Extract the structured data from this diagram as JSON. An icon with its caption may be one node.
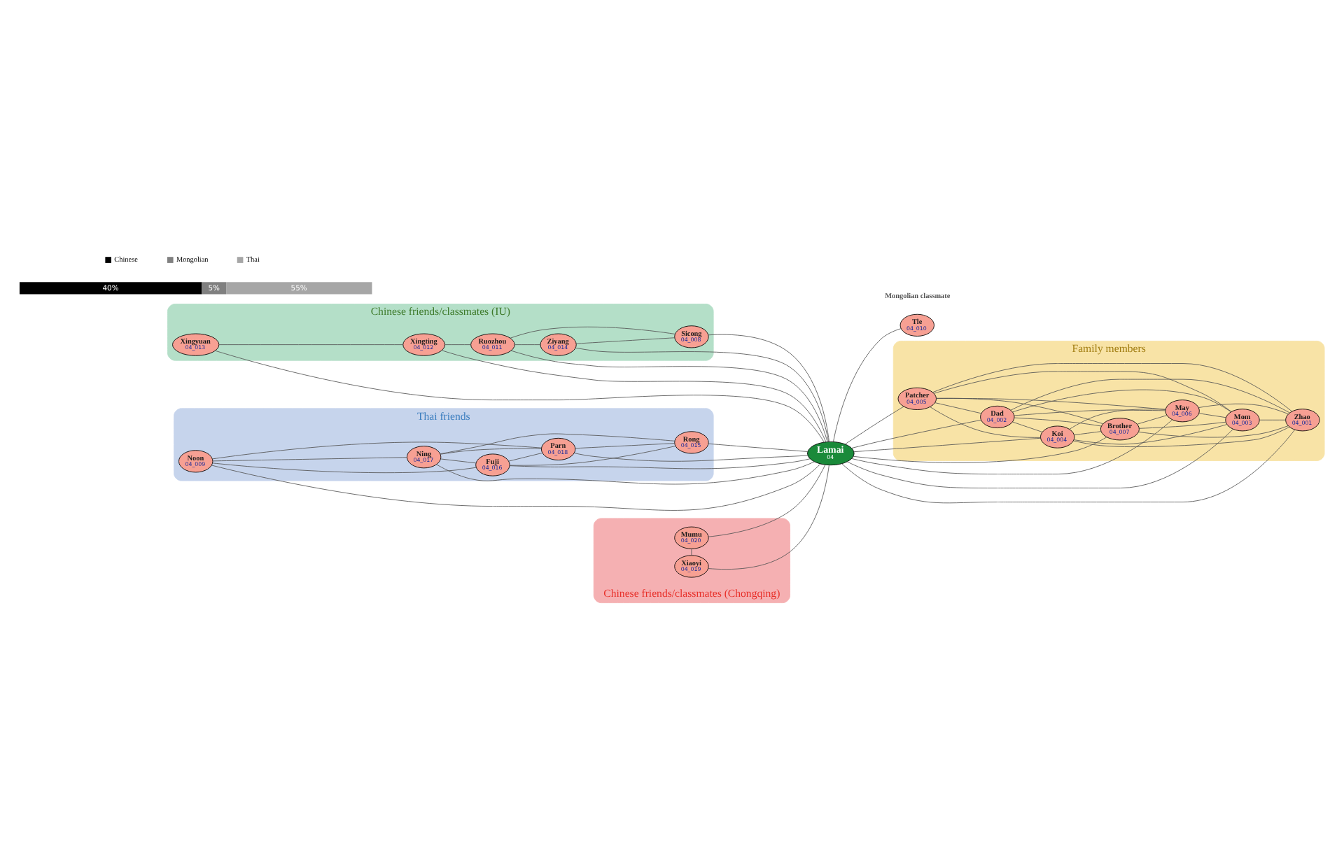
{
  "diagram": {
    "nodes": [
      {
        "text": [
          "Lamai",
          "04"
        ]
      },
      {
        "text": [
          "Chinese friends/classmates (IU)"
        ]
      },
      {
        "text": [
          "Xingyuan",
          "04_013"
        ],
        "in": 1
      },
      {
        "text": [
          "Xingting",
          "04_012"
        ],
        "in": 1
      },
      {
        "text": [
          "Ziyang",
          "04_014"
        ],
        "in": 1
      },
      {
        "text": [
          "Ruozhou",
          "04_011"
        ],
        "in": 1
      },
      {
        "text": [
          "Sicong",
          "04_008"
        ],
        "in": 1
      },
      {
        "text": [
          "Tle",
          "04_010"
        ]
      },
      {
        "text": [
          "Thai friends"
        ]
      },
      {
        "text": [
          "Noon",
          "04_009"
        ],
        "in": 8
      },
      {
        "text": [
          "Ning",
          "04_017"
        ],
        "in": 8
      },
      {
        "text": [
          "Fuji",
          "04_016"
        ],
        "in": 8
      },
      {
        "text": [
          "Parn",
          "04_018"
        ],
        "in": 8
      },
      {
        "text": [
          "Rong",
          "04_015"
        ],
        "in": 8
      },
      {
        "text": [
          "Family members"
        ]
      },
      {
        "text": [
          "Patcher",
          "04_005"
        ],
        "in": 14
      },
      {
        "text": [
          "Dad",
          "04_002"
        ],
        "in": 14
      },
      {
        "text": [
          "Koi",
          "04_004"
        ],
        "in": 14
      },
      {
        "text": [
          "Brother",
          "04_007"
        ],
        "in": 14
      },
      {
        "text": [
          "May",
          "04_006"
        ],
        "in": 14
      },
      {
        "text": [
          "Mom",
          "04_003"
        ],
        "in": 14
      },
      {
        "text": [
          "Zhao",
          "04_001"
        ],
        "in": 14
      },
      {
        "text": [
          "Chinese friends/classmates (Chongqing)"
        ]
      },
      {
        "text": [
          "Mumu",
          "04_020"
        ],
        "in": 22
      },
      {
        "text": [
          "Xiaoyi",
          "04_019"
        ],
        "in": 22
      }
    ],
    "edges": [
      {
        "from": 2,
        "to": 0,
        "arrow": "none"
      },
      {
        "from": 3,
        "to": 0,
        "arrow": "none"
      },
      {
        "from": 4,
        "to": 0,
        "arrow": "none"
      },
      {
        "from": 5,
        "to": 0,
        "arrow": "none"
      },
      {
        "from": 6,
        "to": 0,
        "arrow": "none"
      },
      {
        "from": 0,
        "to": 7,
        "arrow": "none"
      },
      {
        "from": 9,
        "to": 0,
        "arrow": "none"
      },
      {
        "from": 10,
        "to": 0,
        "arrow": "none"
      },
      {
        "from": 11,
        "to": 0,
        "arrow": "none"
      },
      {
        "from": 12,
        "to": 0,
        "arrow": "none"
      },
      {
        "from": 13,
        "to": 0,
        "arrow": "none"
      },
      {
        "from": 0,
        "to": 15,
        "arrow": "none"
      },
      {
        "from": 0,
        "to": 16,
        "arrow": "none"
      },
      {
        "from": 0,
        "to": 17,
        "arrow": "none"
      },
      {
        "from": 0,
        "to": 18,
        "arrow": "none"
      },
      {
        "from": 0,
        "to": 19,
        "arrow": "none"
      },
      {
        "from": 0,
        "to": 20,
        "arrow": "none"
      },
      {
        "from": 0,
        "to": 21,
        "arrow": "none"
      },
      {
        "from": 23,
        "to": 0,
        "arrow": "none"
      },
      {
        "from": 24,
        "to": 0,
        "arrow": "none"
      },
      {
        "from": 2,
        "to": 3,
        "arrow": "none"
      },
      {
        "from": 3,
        "to": 5,
        "arrow": "none"
      },
      {
        "from": 5,
        "to": 4,
        "arrow": "none"
      },
      {
        "from": 4,
        "to": 6,
        "arrow": "none"
      },
      {
        "from": 5,
        "to": 6,
        "arrow": "none"
      },
      {
        "from": 9,
        "to": 11,
        "arrow": "none"
      },
      {
        "from": 9,
        "to": 10,
        "arrow": "none"
      },
      {
        "from": 9,
        "to": 12,
        "arrow": "none"
      },
      {
        "from": 10,
        "to": 11,
        "arrow": "none"
      },
      {
        "from": 10,
        "to": 12,
        "arrow": "none"
      },
      {
        "from": 10,
        "to": 13,
        "arrow": "none"
      },
      {
        "from": 11,
        "to": 12,
        "arrow": "none"
      },
      {
        "from": 11,
        "to": 13,
        "arrow": "none"
      },
      {
        "from": 12,
        "to": 13,
        "arrow": "none"
      },
      {
        "from": 23,
        "to": 24,
        "arrow": "none"
      },
      {
        "from": 15,
        "to": 16,
        "arrow": "none"
      },
      {
        "from": 15,
        "to": 17,
        "arrow": "none"
      },
      {
        "from": 15,
        "to": 18,
        "arrow": "none"
      },
      {
        "from": 15,
        "to": 19,
        "arrow": "none"
      },
      {
        "from": 15,
        "to": 20,
        "arrow": "none"
      },
      {
        "from": 15,
        "to": 21,
        "arrow": "none"
      },
      {
        "from": 16,
        "to": 17,
        "arrow": "none"
      },
      {
        "from": 16,
        "to": 18,
        "arrow": "none"
      },
      {
        "from": 16,
        "to": 19,
        "arrow": "none"
      },
      {
        "from": 16,
        "to": 20,
        "arrow": "none"
      },
      {
        "from": 16,
        "to": 21,
        "arrow": "none"
      },
      {
        "from": 17,
        "to": 18,
        "arrow": "none"
      },
      {
        "from": 17,
        "to": 19,
        "arrow": "none"
      },
      {
        "from": 17,
        "to": 20,
        "arrow": "none"
      },
      {
        "from": 17,
        "to": 21,
        "arrow": "none"
      },
      {
        "from": 18,
        "to": 19,
        "arrow": "none"
      },
      {
        "from": 18,
        "to": 20,
        "arrow": "none"
      },
      {
        "from": 18,
        "to": 21,
        "arrow": "none"
      },
      {
        "from": 19,
        "to": 20,
        "arrow": "none"
      },
      {
        "from": 19,
        "to": 21,
        "arrow": "none"
      },
      {
        "from": 20,
        "to": 21,
        "arrow": "none"
      }
    ],
    "labels": [
      "Mongolian classmate",
      "40%",
      "5%",
      "55%"
    ],
    "legend": [
      {
        "text": "Chinese",
        "color": "#000000"
      },
      {
        "text": "Mongolian",
        "color": "#808080"
      },
      {
        "text": "Thai",
        "color": "#a6a6a6"
      }
    ]
  }
}
